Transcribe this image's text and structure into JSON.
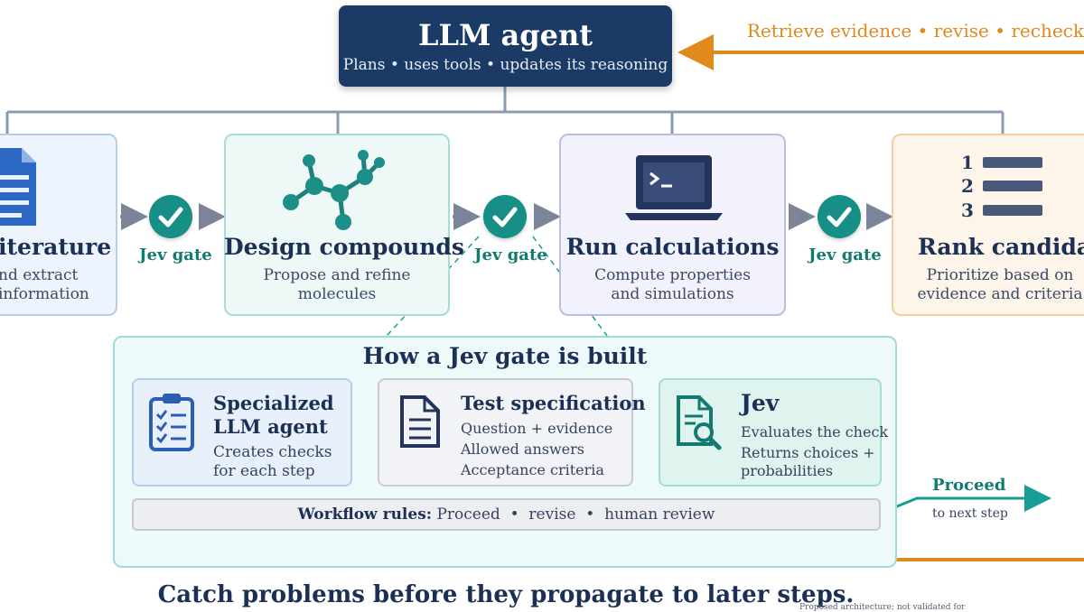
{
  "agent": {
    "title": "LLM agent",
    "subtitle": "Plans • uses tools • updates its reasoning"
  },
  "feedback": {
    "label": "Retrieve evidence • revise • recheck"
  },
  "steps": [
    {
      "title": "Literature",
      "visible_title": "iterature",
      "desc_line1": "nd extract",
      "desc_line2": "information"
    },
    {
      "title": "Design compounds",
      "desc_line1": "Propose and refine",
      "desc_line2": "molecules"
    },
    {
      "title": "Run calculations",
      "desc_line1": "Compute properties",
      "desc_line2": "and simulations"
    },
    {
      "title": "Rank candidates",
      "desc_line1": "Prioritize based on",
      "desc_line2": "evidence and criteria",
      "ranks": [
        "1",
        "2",
        "3"
      ]
    }
  ],
  "gates": [
    {
      "label": "Jev gate"
    },
    {
      "label": "Jev gate"
    },
    {
      "label": "Jev gate"
    }
  ],
  "gate_detail": {
    "title": "How a Jev gate is built",
    "cards": [
      {
        "title_line1": "Specialized",
        "title_line2": "LLM agent",
        "line1": "Creates checks",
        "line2": "for each step"
      },
      {
        "title": "Test specification",
        "line1": "Question + evidence",
        "line2": "Allowed answers",
        "line3": "Acceptance criteria"
      },
      {
        "title": "Jev",
        "line1": "Evaluates the check",
        "line2": "Returns choices +",
        "line3": "probabilities"
      }
    ],
    "rules_label": "Workflow rules:",
    "rules_text": "Proceed  •  revise  •  human review"
  },
  "proceed": {
    "label": "Proceed",
    "sub": "to next step"
  },
  "tagline": "Catch problems before they propagate to later steps.",
  "footnote": "Proposed architecture; not validated for"
}
